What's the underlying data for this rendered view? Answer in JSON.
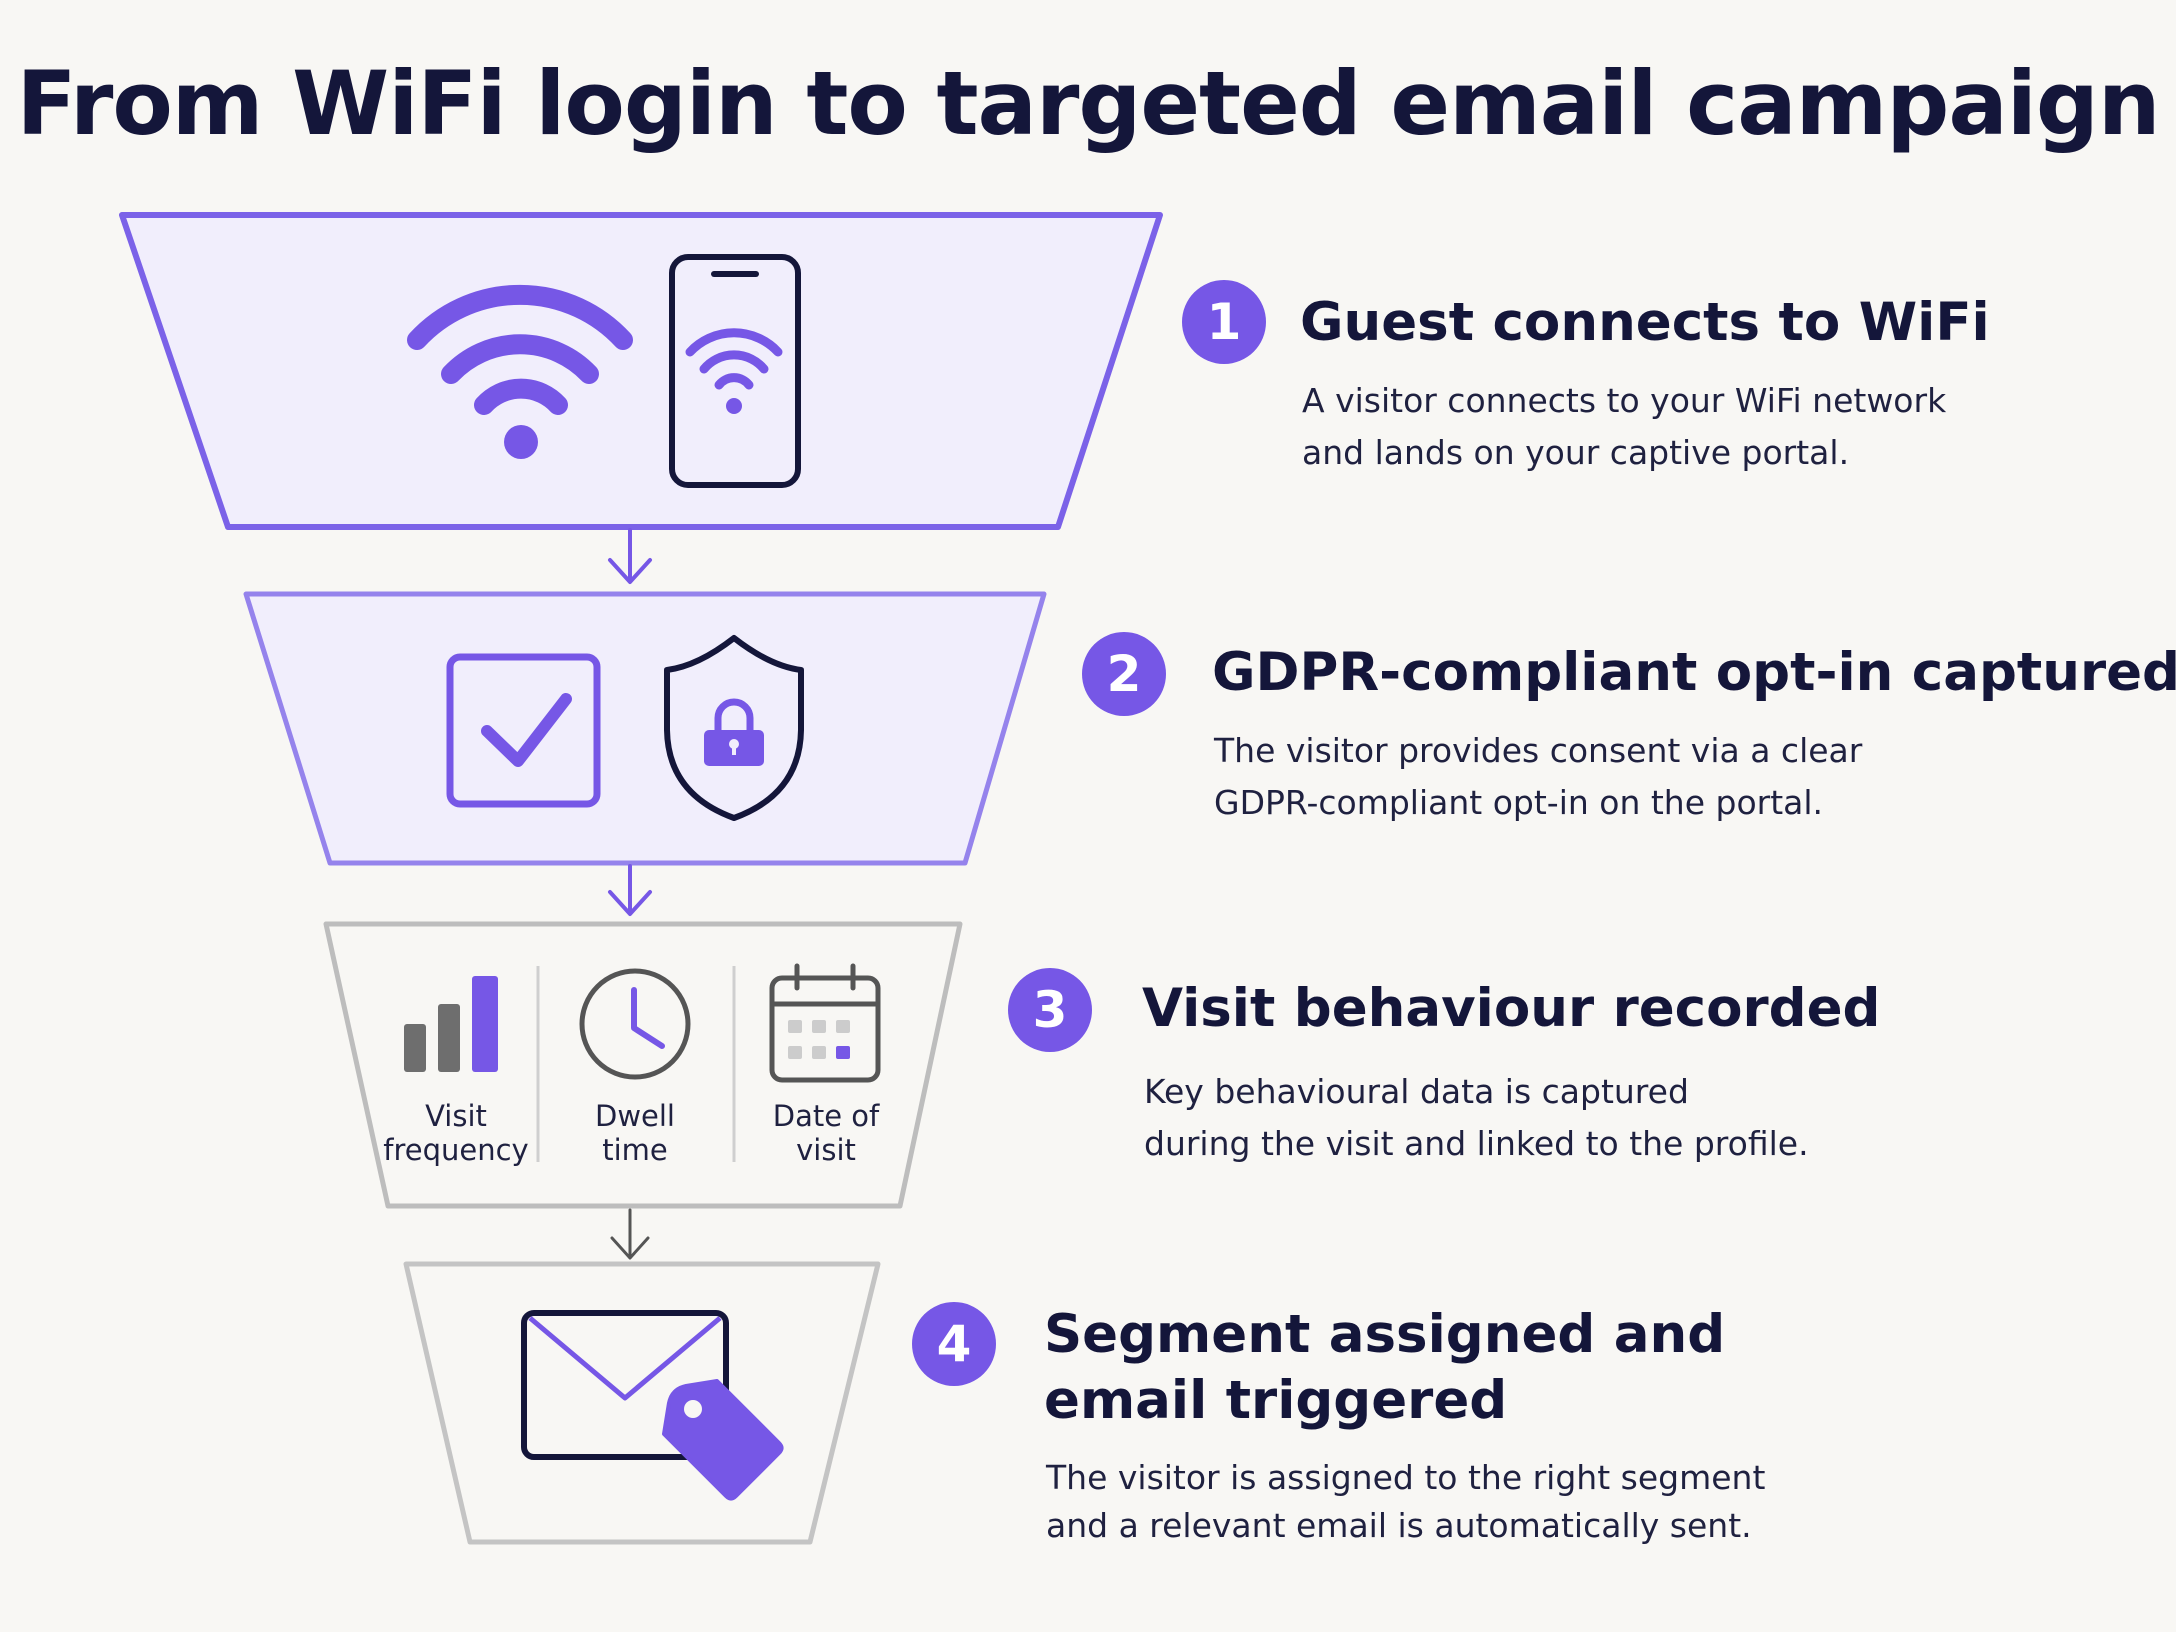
{
  "title": "From WiFi login to targeted email campaign",
  "colors": {
    "accent": "#7657e6",
    "accent_fill": "#f1eefc",
    "accent_stroke": "#7b62e8",
    "neutral_stroke": "#bdbdbd",
    "navy": "#14163a",
    "gray_icon": "#6e6e6e"
  },
  "steps": [
    {
      "number": "1",
      "heading": "Guest connects to WiFi",
      "description": "A visitor connects to your WiFi network\nand lands on your captive portal.",
      "icons": [
        "wifi-icon",
        "smartphone-wifi-icon"
      ]
    },
    {
      "number": "2",
      "heading": "GDPR-compliant opt-in captured",
      "description": "The visitor provides consent via a clear\nGDPR-compliant opt-in on the portal.",
      "icons": [
        "checkbox-checked-icon",
        "shield-lock-icon"
      ]
    },
    {
      "number": "3",
      "heading": "Visit behaviour recorded",
      "description": "Key behavioural data is captured\nduring the visit and linked to the profile.",
      "tiles": [
        {
          "icon": "bar-chart-icon",
          "label": "Visit\nfrequency"
        },
        {
          "icon": "clock-icon",
          "label": "Dwell\ntime"
        },
        {
          "icon": "calendar-icon",
          "label": "Date of\nvisit"
        }
      ]
    },
    {
      "number": "4",
      "heading_line1": "Segment assigned and",
      "heading_line2": "email triggered",
      "description": "The visitor is assigned to the right segment\nand a relevant email is automatically sent.",
      "icons": [
        "envelope-icon",
        "tag-icon"
      ]
    }
  ]
}
